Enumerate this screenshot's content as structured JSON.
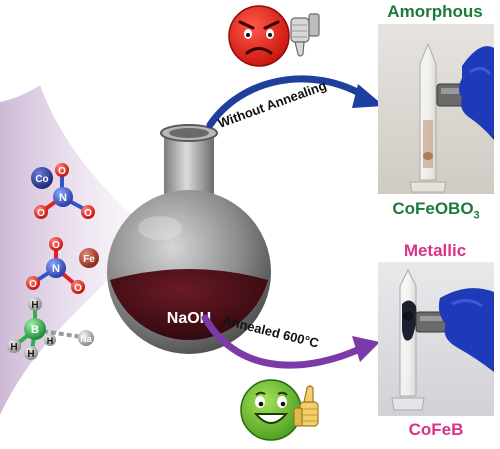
{
  "routes": {
    "top": {
      "label": "Without Annealing",
      "product_state": "Amorphous",
      "product_formula": "CoFeOBO",
      "product_subscript": "3",
      "emoji": "frowning-face",
      "gesture": "thumbs-down"
    },
    "bottom": {
      "label": "Annealed 600°C",
      "product_state": "Metallic",
      "product_formula": "CoFeB",
      "emoji": "smiling-face",
      "gesture": "thumbs-up"
    }
  },
  "flask": {
    "label": "NaOH"
  },
  "reagents": {
    "nitrate_1": {
      "metal": "Co",
      "center": "N",
      "oxygens": [
        "O",
        "O",
        "O"
      ]
    },
    "nitrate_2": {
      "metal": "Fe",
      "center": "N",
      "oxygens": [
        "O",
        "O",
        "O"
      ]
    },
    "borohydride": {
      "center": "B",
      "hydrogens": [
        "H",
        "H",
        "H",
        "H"
      ],
      "cation": "Na"
    }
  },
  "colors": {
    "amorphous_text": "#1e7a3a",
    "metallic_text": "#d9338a",
    "top_arrow": "#1f3f9e",
    "bottom_arrow": "#7b3aa8",
    "oxygen": "#e02020",
    "nitrogen": "#2e54c8",
    "boron": "#2fae4a",
    "cobalt": "#2a3c98",
    "iron": "#b83a2a",
    "solution": "#4a0d16"
  }
}
